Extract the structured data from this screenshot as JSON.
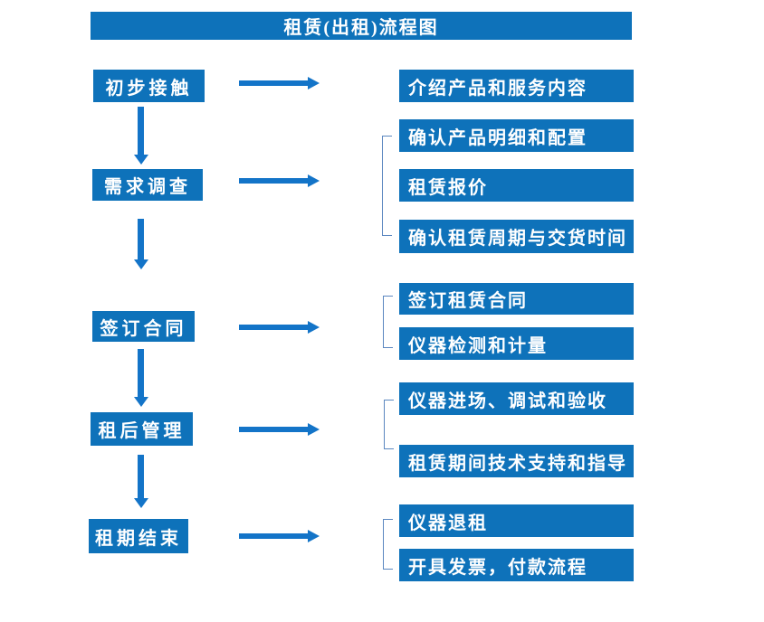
{
  "title": "租赁(出租)流程图",
  "colors": {
    "box_blue": "#0e72ba",
    "arrow_blue": "#1374c8",
    "bracket_blue": "#5b87c0",
    "text_white": "#ffffff"
  },
  "stages": [
    {
      "label": "初步接触",
      "outputs": [
        "介绍产品和服务内容"
      ]
    },
    {
      "label": "需求调查",
      "outputs": [
        "确认产品明细和配置",
        "租赁报价",
        "确认租赁周期与交货时间"
      ]
    },
    {
      "label": "签订合同",
      "outputs": [
        "签订租赁合同",
        "仪器检测和计量"
      ]
    },
    {
      "label": "租后管理",
      "outputs": [
        "仪器进场、调试和验收",
        "租赁期间技术支持和指导"
      ]
    },
    {
      "label": "租期结束",
      "outputs": [
        "仪器退租",
        "开具发票，付款流程"
      ]
    }
  ]
}
